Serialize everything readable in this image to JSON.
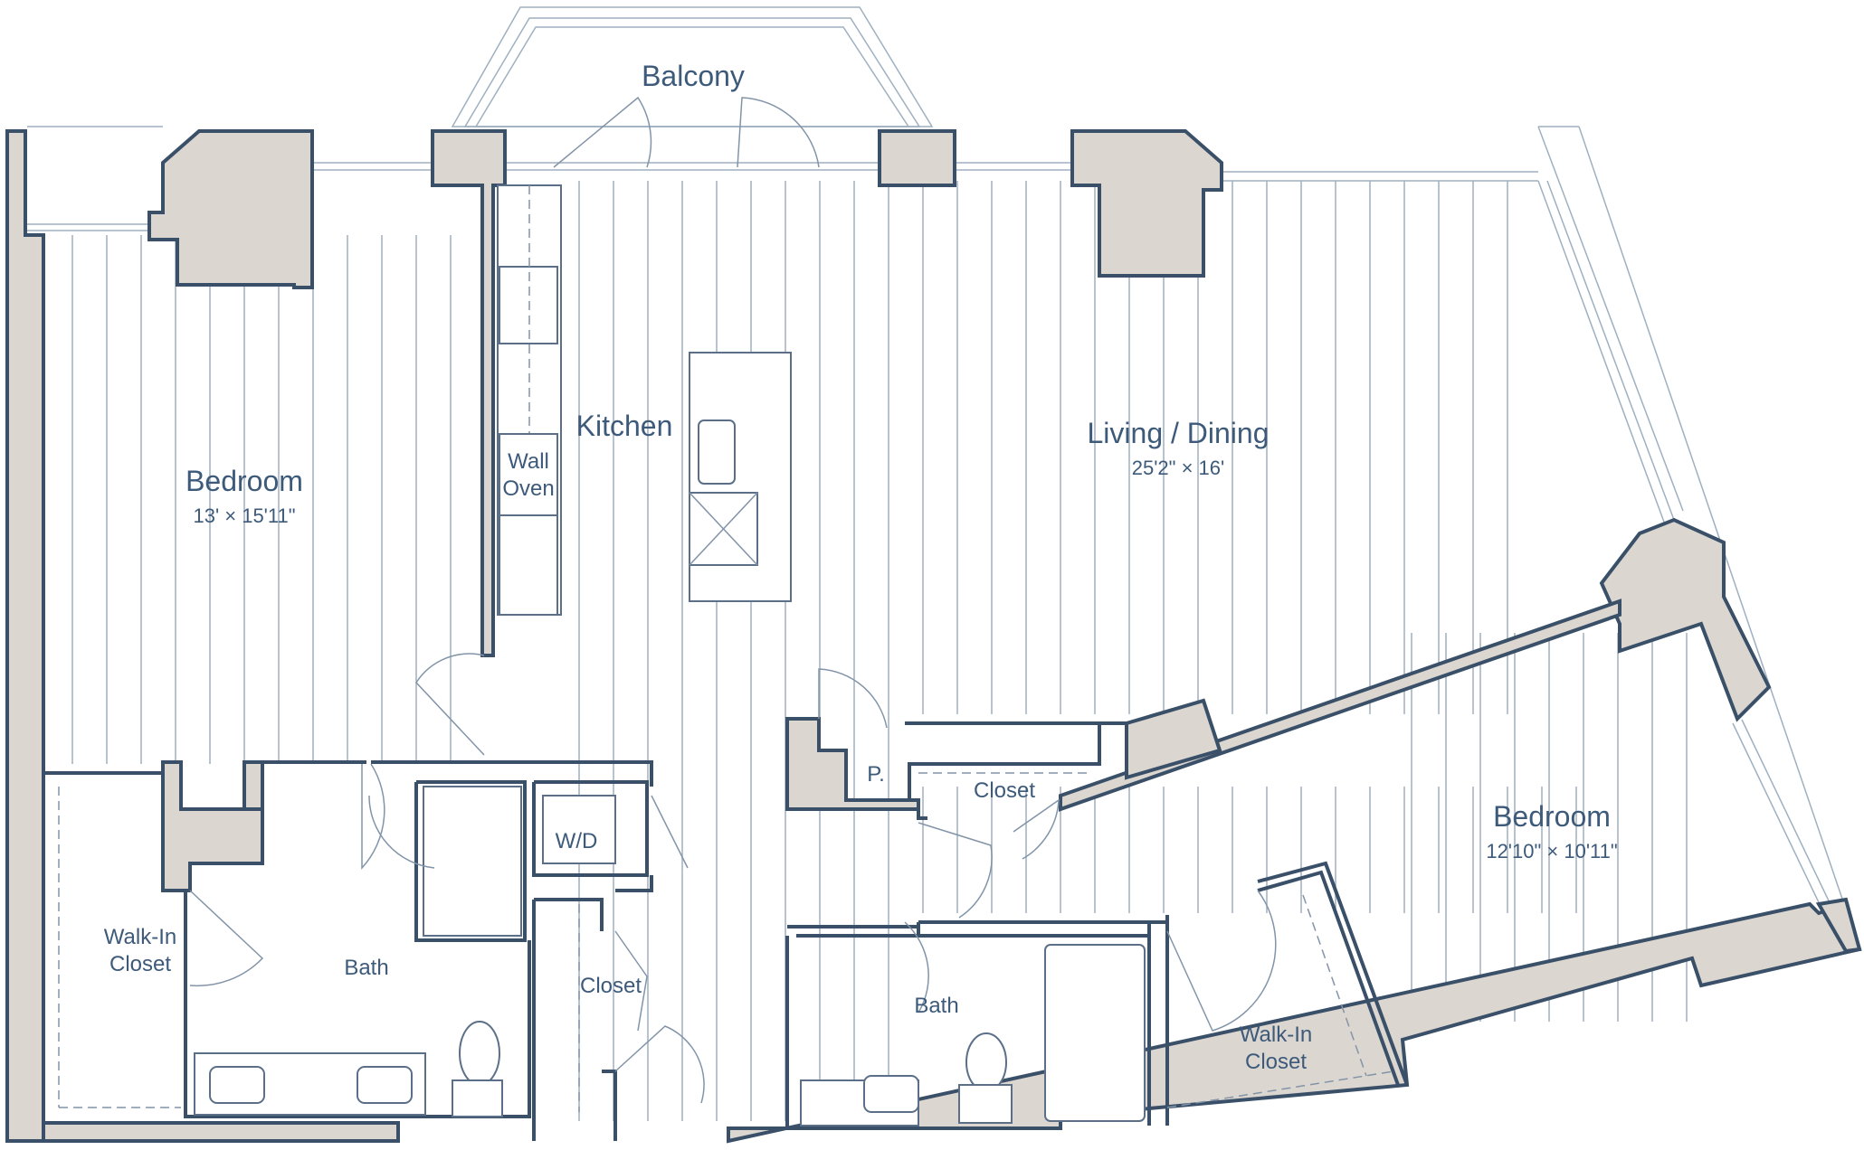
{
  "plan": {
    "rooms": [
      {
        "id": "balcony",
        "label": "Balcony",
        "dimensions": ""
      },
      {
        "id": "kitchen",
        "label": "Kitchen",
        "dimensions": ""
      },
      {
        "id": "living",
        "label": "Living / Dining",
        "dimensions": "25'2\" × 16'"
      },
      {
        "id": "bedroom1",
        "label": "Bedroom",
        "dimensions": "13' × 15'11\""
      },
      {
        "id": "bedroom2",
        "label": "Bedroom",
        "dimensions": "12'10\" × 10'11\""
      }
    ],
    "labels": {
      "wall_oven_line1": "Wall",
      "wall_oven_line2": "Oven",
      "washer_dryer": "W/D",
      "pantry": "P.",
      "closet_upper": "Closet",
      "closet_middle": "Closet",
      "bath1": "Bath",
      "bath2": "Bath",
      "walkin1_line1": "Walk-In",
      "walkin1_line2": "Closet",
      "walkin2_line1": "Walk-In",
      "walkin2_line2": "Closet"
    },
    "colors": {
      "wall_fill": "#dcd6d1",
      "wall_stroke": "#3a5068",
      "text": "#3d5a7a",
      "floor_lines": "#9fb0c0"
    }
  }
}
